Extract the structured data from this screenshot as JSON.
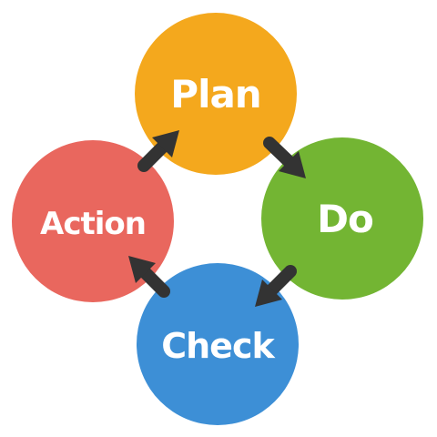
{
  "diagram": {
    "nodes": {
      "plan": {
        "label": "Plan",
        "color": "#F4A81D"
      },
      "do": {
        "label": "Do",
        "color": "#73B533"
      },
      "check": {
        "label": "Check",
        "color": "#3D8FD6"
      },
      "action": {
        "label": "Action",
        "color": "#E9675E"
      }
    },
    "arrow_color": "#333333",
    "edges": [
      {
        "from": "plan",
        "to": "do"
      },
      {
        "from": "do",
        "to": "check"
      },
      {
        "from": "check",
        "to": "action"
      },
      {
        "from": "action",
        "to": "plan"
      }
    ]
  }
}
